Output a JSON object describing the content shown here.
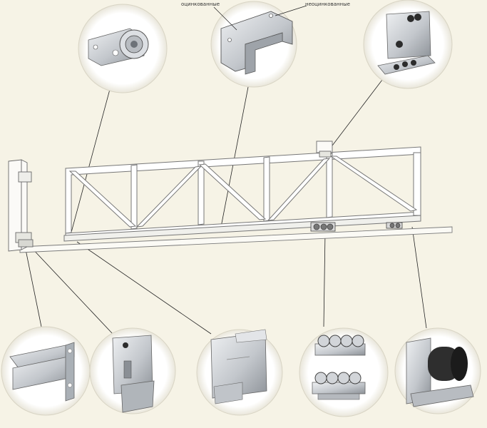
{
  "labels": {
    "galvanized": "оцинкованные",
    "non_galvanized": "неоцинкованные"
  },
  "colors": {
    "background": "#f6f3e6",
    "frame": "#7a7a7a",
    "circle_fill": "#ffffff",
    "metal": "#c9ccd0",
    "metal_dark": "#7d8186",
    "roller": "#2c2c2c"
  },
  "callouts": [
    {
      "id": "top-roller-callout",
      "part": "top-guide-roller-icon"
    },
    {
      "id": "rail-profile-callout",
      "part": "rail-profile-icon"
    },
    {
      "id": "top-bracket-callout",
      "part": "top-guide-bracket-icon"
    },
    {
      "id": "mounting-bracket-callout",
      "part": "mounting-bracket-icon"
    },
    {
      "id": "end-catcher-callout",
      "part": "end-catcher-icon"
    },
    {
      "id": "top-catcher-callout",
      "part": "top-catcher-icon"
    },
    {
      "id": "roller-carriage-callout",
      "part": "roller-carriage-icon"
    },
    {
      "id": "end-roller-callout",
      "part": "end-roller-icon"
    }
  ]
}
